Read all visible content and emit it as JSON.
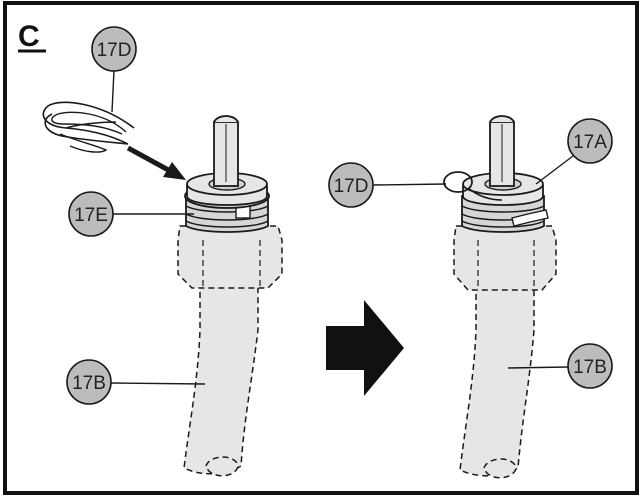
{
  "panel_label": "C",
  "callouts": {
    "left_clip": "17D",
    "left_ring": "17E",
    "left_hose": "17B",
    "right_clip": "17D",
    "right_nut": "17A",
    "right_hose": "17B"
  },
  "colors": {
    "frame": "#111111",
    "line": "#1a1a1a",
    "fill": "#e6e6e6",
    "callout_fill": "#bcbcbc",
    "arrow": "#111111"
  },
  "icons": {
    "big_arrow": "arrow-right-icon",
    "small_arrow": "diagonal-arrow-icon"
  }
}
